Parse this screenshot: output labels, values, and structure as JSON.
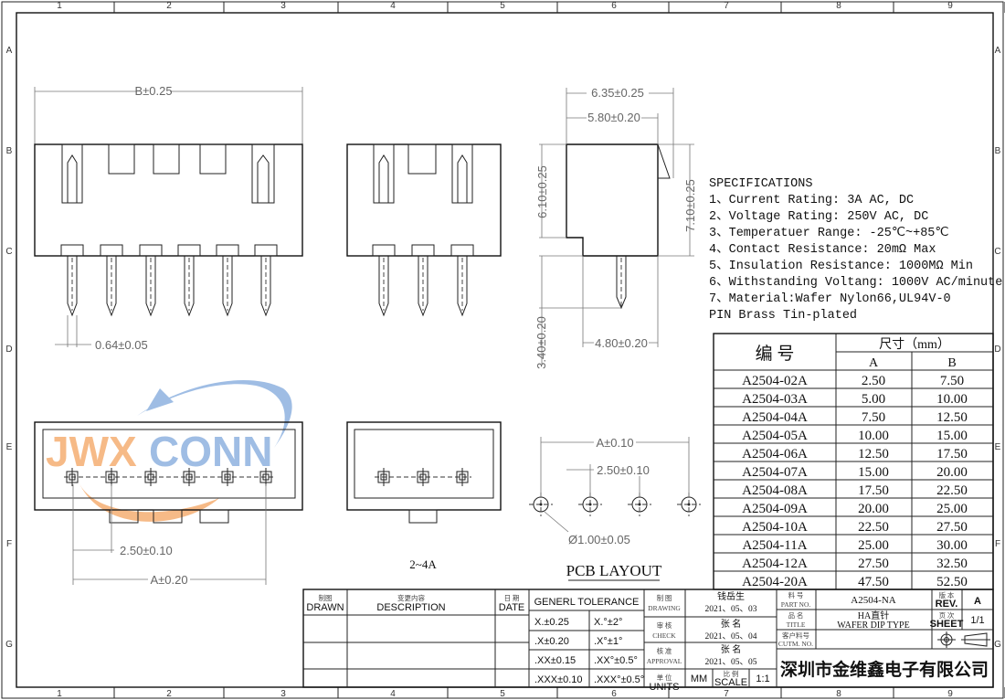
{
  "frame": {
    "columns": [
      "1",
      "2",
      "3",
      "4",
      "5",
      "6",
      "7",
      "8",
      "9"
    ],
    "rows": [
      "A",
      "B",
      "C",
      "D",
      "E",
      "F",
      "G"
    ]
  },
  "logo": {
    "part1": "JWX",
    "part2": "CONN",
    "color1": "#f4a460",
    "color2": "#7fa8dc"
  },
  "dimensions": {
    "b": "B±0.25",
    "pin_width": "0.64±0.05",
    "overall_width": "6.35±0.25",
    "body_width": "5.80±0.20",
    "height_left": "6.10±0.25",
    "height_right": "7.10±0.25",
    "pin_length": "3.40±0.20",
    "pin_offset": "4.80±0.20",
    "pitch": "2.50±0.10",
    "a": "A±0.20",
    "pcb_a": "A±0.10",
    "pcb_pitch": "2.50±0.10",
    "hole": "Ø1.00±0.05"
  },
  "labels": {
    "variant": "2~4A",
    "pcb_layout": "PCB LAYOUT"
  },
  "specifications": {
    "title": "SPECIFICATIONS",
    "items": [
      "1、Current Rating: 3A AC, DC",
      "2、Voltage Rating: 250V AC, DC",
      "3、Temperatuer Range: -25℃~+85℃",
      "4、Contact Resistance: 20mΩ Max",
      "5、Insulation Resistance: 1000MΩ Min",
      "6、Withstanding Voltang: 1000V AC/minute",
      "7、Material:Wafer Nylon66,UL94V-0",
      "  PIN Brass Tin-plated"
    ]
  },
  "dim_table": {
    "col_part": "编  号",
    "col_size": "尺寸（mm）",
    "col_a": "A",
    "col_b": "B",
    "rows": [
      [
        "A2504-02A",
        "2.50",
        "7.50"
      ],
      [
        "A2504-03A",
        "5.00",
        "10.00"
      ],
      [
        "A2504-04A",
        "7.50",
        "12.50"
      ],
      [
        "A2504-05A",
        "10.00",
        "15.00"
      ],
      [
        "A2504-06A",
        "12.50",
        "17.50"
      ],
      [
        "A2504-07A",
        "15.00",
        "20.00"
      ],
      [
        "A2504-08A",
        "17.50",
        "22.50"
      ],
      [
        "A2504-09A",
        "20.00",
        "25.00"
      ],
      [
        "A2504-10A",
        "22.50",
        "27.50"
      ],
      [
        "A2504-11A",
        "25.00",
        "30.00"
      ],
      [
        "A2504-12A",
        "27.50",
        "32.50"
      ],
      [
        "A2504-20A",
        "47.50",
        "52.50"
      ]
    ]
  },
  "title_block": {
    "drawn_cn": "制图",
    "drawn_en": "DRAWN",
    "desc_cn": "变更内容",
    "desc_en": "DESCRIPTION",
    "date_cn": "日 期",
    "date_en": "DATE",
    "tolerance_title": "GENERL TOLERANCE",
    "tolerances": [
      [
        "X.±0.25",
        "X.°±2°"
      ],
      [
        ".X±0.20",
        ".X°±1°"
      ],
      [
        ".XX±0.15",
        ".XX°±0.5°"
      ],
      [
        ".XXX±0.10",
        ".XXX°±0.5°"
      ]
    ],
    "drawing_cn": "制 图",
    "drawing_en": "DRAWING",
    "drawing_name": "钱岳生",
    "drawing_date": "2021、05、03",
    "check_cn": "审 核",
    "check_en": "CHECK",
    "check_name": "张 名",
    "check_date": "2021、05、04",
    "approval_cn": "核 准",
    "approval_en": "APPROVAL",
    "approval_name": "张 名",
    "approval_date": "2021、05、05",
    "units_cn": "单 位",
    "units_en": "UNITS",
    "units": "MM",
    "scale_cn": "比 例",
    "scale_en": "SCALE",
    "scale": "1:1",
    "partno_cn": "料 号",
    "partno_en": "PART NO.",
    "partno": "A2504-NA",
    "title_cn": "品 名",
    "title_en": "TITLE",
    "title1": "HA直针",
    "title2": "WAFER DIP TYPE",
    "cust_cn": "客户料号",
    "cust_en": "CUTM. NO.",
    "rev_cn": "版 本",
    "rev_en": "REV.",
    "rev": "A",
    "sheet_cn": "页 次",
    "sheet_en": "SHEET",
    "sheet": "1/1",
    "company": "深圳市金维鑫电子有限公司"
  }
}
